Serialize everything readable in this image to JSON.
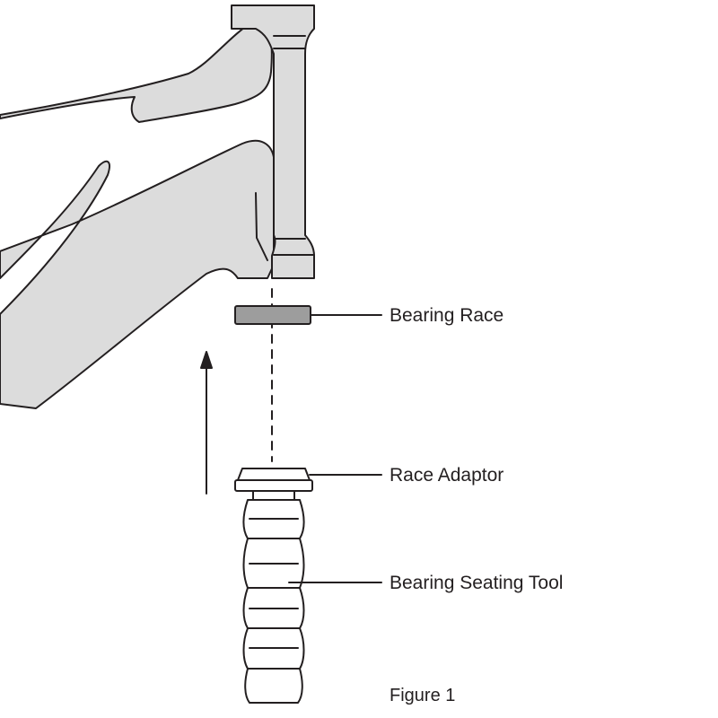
{
  "labels": {
    "bearing_race": "Bearing Race",
    "race_adaptor": "Race Adaptor",
    "bearing_seating_tool": "Bearing Seating Tool",
    "figure_caption": "Figure 1"
  },
  "colors": {
    "frame_fill": "#dcdcdc",
    "outline": "#231f20",
    "race_fill": "#9d9d9d",
    "tool_fill": "#dcdcdc",
    "background": "#ffffff"
  }
}
